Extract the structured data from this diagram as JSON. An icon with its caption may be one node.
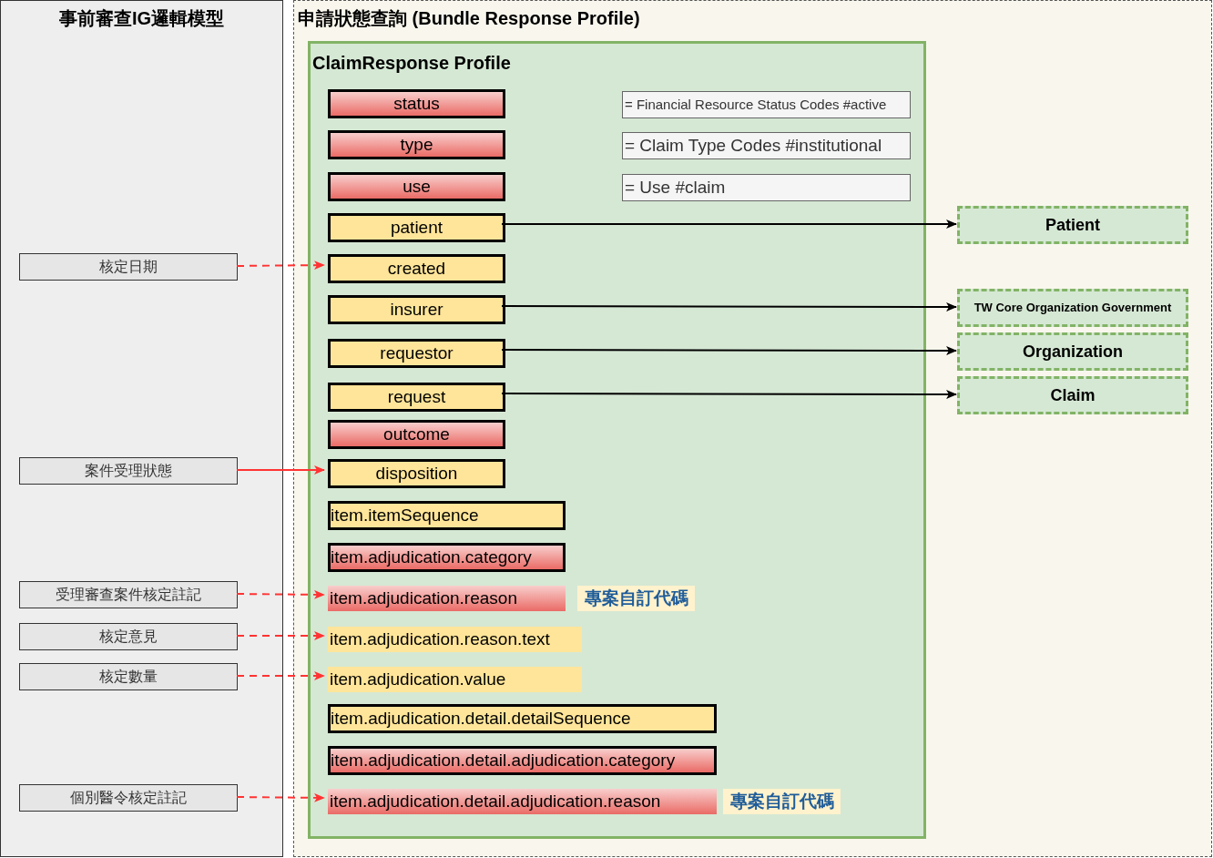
{
  "diagram": {
    "nodes": [
      {
        "text": [
          "事前審查IG邏輯模型"
        ]
      },
      {
        "text": [
          "申請狀態查詢 (Bundle Response Profile)"
        ]
      },
      {
        "text": [
          "ClaimResponse Profile"
        ],
        "in": 1
      },
      {
        "text": [
          "status"
        ],
        "in": 2
      },
      {
        "text": [
          "= Financial Resource Status Codes #active"
        ],
        "in": 2
      },
      {
        "text": [
          "type"
        ],
        "in": 2
      },
      {
        "text": [
          "= Claim Type Codes #institutional"
        ],
        "in": 2
      },
      {
        "text": [
          "use"
        ],
        "in": 2
      },
      {
        "text": [
          "= Use #claim"
        ],
        "in": 2
      },
      {
        "text": [
          "patient"
        ],
        "in": 2
      },
      {
        "text": [
          "Patient"
        ],
        "in": 1
      },
      {
        "text": [
          "核定日期"
        ],
        "in": 0
      },
      {
        "text": [
          "created"
        ],
        "in": 2
      },
      {
        "text": [
          "insurer"
        ],
        "in": 2
      },
      {
        "text": [
          "TW Core Organization Government"
        ],
        "in": 1
      },
      {
        "text": [
          "requestor"
        ],
        "in": 2
      },
      {
        "text": [
          "Organization"
        ],
        "in": 1
      },
      {
        "text": [
          "request"
        ],
        "in": 2
      },
      {
        "text": [
          "Claim"
        ],
        "in": 1
      },
      {
        "text": [
          "outcome"
        ],
        "in": 2
      },
      {
        "text": [
          "案件受理狀態"
        ],
        "in": 0
      },
      {
        "text": [
          "disposition"
        ],
        "in": 2
      },
      {
        "text": [
          "item.itemSequence"
        ],
        "in": 2
      },
      {
        "text": [
          "item.adjudication.category"
        ],
        "in": 2
      },
      {
        "text": [
          "受理審查案件核定註記"
        ],
        "in": 0
      },
      {
        "text": [
          "item.adjudication.reason"
        ],
        "in": 2
      },
      {
        "text": [
          "專案自訂代碼"
        ],
        "in": 2
      },
      {
        "text": [
          "核定意見"
        ],
        "in": 0
      },
      {
        "text": [
          "item.adjudication.reason.text"
        ],
        "in": 2
      },
      {
        "text": [
          "核定數量"
        ],
        "in": 0
      },
      {
        "text": [
          "item.adjudication.value"
        ],
        "in": 2
      },
      {
        "text": [
          "item.adjudication.detail.detailSequence"
        ],
        "in": 2
      },
      {
        "text": [
          "item.adjudication.detail.adjudication.category"
        ],
        "in": 2
      },
      {
        "text": [
          "個別醫令核定註記"
        ],
        "in": 0
      },
      {
        "text": [
          "item.adjudication.detail.adjudication.reason"
        ],
        "in": 2
      },
      {
        "text": [
          "專案自訂代碼"
        ],
        "in": 2
      }
    ],
    "edges": [
      {
        "from": 9,
        "to": 10,
        "arrow": "to",
        "color": "#000000"
      },
      {
        "from": 11,
        "to": 12,
        "arrow": "to",
        "style": "dashed"
      },
      {
        "from": 13,
        "to": 14,
        "arrow": "to",
        "color": "#000000"
      },
      {
        "from": 15,
        "to": 16,
        "arrow": "to",
        "color": "#000000"
      },
      {
        "from": 17,
        "to": 18,
        "arrow": "to",
        "color": "#000000"
      },
      {
        "from": 20,
        "to": 21,
        "arrow": "to"
      },
      {
        "from": 24,
        "to": 25,
        "arrow": "to",
        "style": "dashed"
      },
      {
        "from": 27,
        "to": 28,
        "arrow": "to",
        "style": "dashed"
      },
      {
        "from": 29,
        "to": 30,
        "arrow": "to",
        "style": "dashed"
      },
      {
        "from": 33,
        "to": 34,
        "arrow": "to",
        "style": "dashed"
      }
    ]
  }
}
